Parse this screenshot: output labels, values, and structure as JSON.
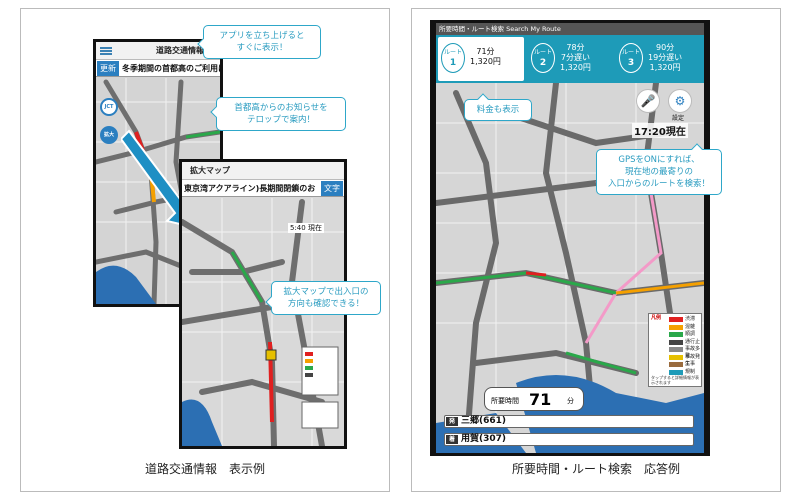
{
  "left": {
    "caption": "道路交通情報　表示例",
    "screen1": {
      "title": "道路交通情報",
      "refresh_label": "更新",
      "ticker": "冬季期間の首都高のご利用にあたって",
      "icons": [
        "JCT",
        "拡大"
      ]
    },
    "screen2": {
      "title": "拡大マップ",
      "ticker": "東京湾アクアライン)長期間閉鎖のお",
      "text_button": "文字",
      "clock": "5:40 現在"
    },
    "callouts": {
      "launch": "アプリを立ち上げると\nすぐに表示！",
      "ticker_info": "首都高からのお知らせを\nテロップで案内！",
      "zoom": "拡大マップで出入口の\n方向も確認できる！"
    }
  },
  "right": {
    "caption": "所要時間・ルート検索　応答例",
    "header": "所要時間・ルート検索 Search My Route",
    "routes": [
      {
        "label": "ルート",
        "num": "1",
        "time": "71分",
        "delay": "",
        "fare": "1,320円",
        "active": true
      },
      {
        "label": "ルート",
        "num": "2",
        "time": "78分",
        "delay": "7分遅い",
        "fare": "1,320円",
        "active": false
      },
      {
        "label": "ルート",
        "num": "3",
        "time": "90分",
        "delay": "19分遅い",
        "fare": "1,320円",
        "active": false
      }
    ],
    "clock": "17:20現在",
    "settings_label": "設定",
    "duration": {
      "label": "所要時間",
      "value": "71",
      "unit": "分"
    },
    "origin": {
      "tag": "発",
      "name": "三郷(661)"
    },
    "destination": {
      "tag": "着",
      "name": "用賀(307)"
    },
    "legend": {
      "title": "凡例",
      "rows": [
        {
          "label": "渋滞",
          "color": "#e02020"
        },
        {
          "label": "混雑",
          "color": "#f5a000"
        },
        {
          "label": "順調",
          "color": "#2aa84a"
        },
        {
          "label": "通行止",
          "color": "#444444"
        },
        {
          "label": "事故多発",
          "color": "#888888"
        },
        {
          "label": "事故発生",
          "color": "#e6c000"
        },
        {
          "label": "工事",
          "color": "#9a6b3d"
        },
        {
          "label": "規制",
          "color": "#1e9bb8"
        }
      ],
      "note": "タップすると詳細情報が表示されます"
    },
    "callouts": {
      "fare": "料金も表示",
      "gps": "GPSをONにすれば、\n現在地の最寄りの\n入口からのルートを検索！"
    }
  },
  "colors": {
    "accent": "#2ea7c9",
    "route_teal": "#1e9bb8",
    "jam": "#e02020",
    "busy": "#f5a000",
    "smooth": "#2aa84a",
    "sea": "#2c6fb3"
  }
}
